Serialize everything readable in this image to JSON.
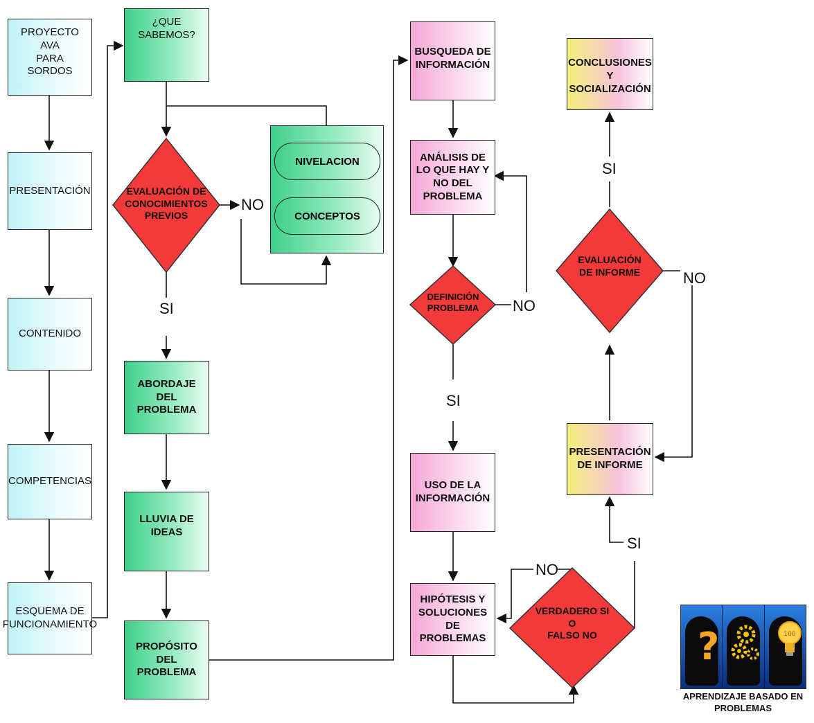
{
  "nodes": {
    "proyecto": "PROYECTO AVA\nPARA SORDOS",
    "presentacion": "PRESENTACIÓN",
    "contenido": "CONTENIDO",
    "competencias": "COMPETENCIAS",
    "esquema": "ESQUEMA DE\nFUNCIONAMIENTO",
    "que_sabemos": "¿QUE SABEMOS?",
    "evaluacion_conocimientos": "EVALUACIÓN DE\nCONOCIMIENTOS\nPREVIOS",
    "nivelacion": "NIVELACION",
    "conceptos": "CONCEPTOS",
    "abordaje": "ABORDAJE\nDEL\nPROBLEMA",
    "lluvia": "LLUVIA DE\nIDEAS",
    "proposito": "PROPÓSITO\nDEL\nPROBLEMA",
    "busqueda": "BUSQUEDA DE\nINFORMACIÓN",
    "analisis": "ANÁLISIS DE\nLO QUE HAY Y\nNO DEL\nPROBLEMA",
    "definicion": "DEFINICIÓN\nPROBLEMA",
    "uso": "USO DE LA\nINFORMACIÓN",
    "hipotesis": "HIPÓTESIS Y\nSOLUCIONES\nDE\nPROBLEMAS",
    "verdadero": "VERDADERO SI\nO\nFALSO NO",
    "conclusiones": "CONCLUSIONES\nY SOCIALIZACIÓN",
    "evaluacion_informe": "EVALUACIÓN\nDE INFORME",
    "presentacion_informe": "PRESENTACIÓN\nDE INFORME"
  },
  "labels": {
    "no_eval": "NO",
    "si_eval": "SI",
    "no_def": "NO",
    "si_def": "SI",
    "no_ver": "NO",
    "si_ver": "SI",
    "si_inf": "SI",
    "no_inf": "NO"
  },
  "logo": {
    "caption": "APRENDIZAJE BASADO EN\nPROBLEMAS",
    "icons": [
      "question-mark-icon",
      "gears-icon",
      "lightbulb-icon"
    ],
    "colors": {
      "question": "#f5a623",
      "gears": "#f2c200",
      "bulb": "#ffd24a",
      "background": "#1f6bd0"
    }
  },
  "colors": {
    "decision_fill": "#f23a3a",
    "cyan_box": "#bff3f7",
    "green_box": "#3fd08a",
    "pink_box": "#f5a8d6",
    "yellow_box": "#f3f07a"
  }
}
